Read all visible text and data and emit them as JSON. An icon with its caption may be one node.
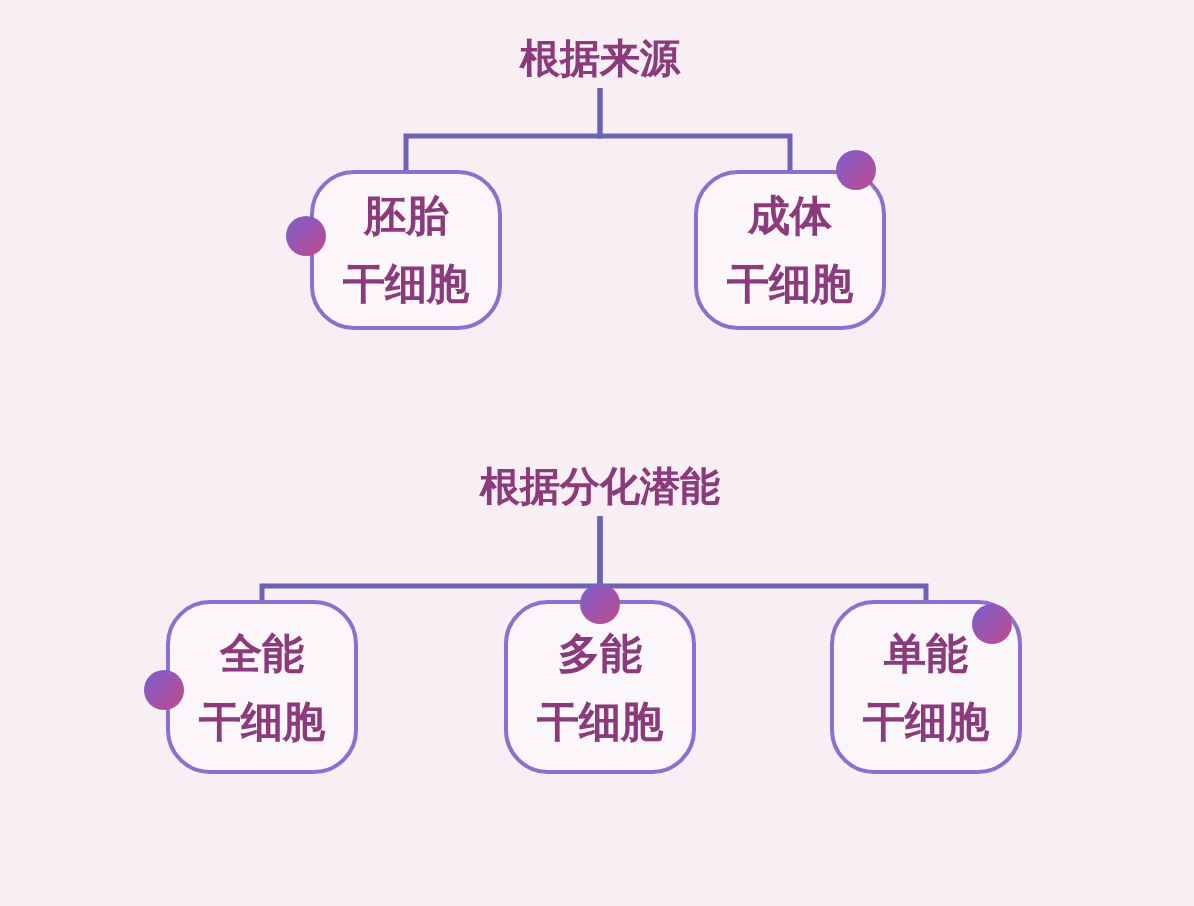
{
  "diagram": {
    "nodes": [
      {
        "text": [
          "根据来源"
        ]
      },
      {
        "text": [
          "胚胎",
          "干细胞"
        ]
      },
      {
        "text": [
          "成体",
          "干细胞"
        ]
      },
      {
        "text": [
          "根据分化潜能"
        ]
      },
      {
        "text": [
          "全能",
          "干细胞"
        ]
      },
      {
        "text": [
          "多能",
          "干细胞"
        ]
      },
      {
        "text": [
          "单能",
          "干细胞"
        ]
      }
    ],
    "edges": [
      {
        "from": 0,
        "to": 1,
        "arrow": "none"
      },
      {
        "from": 0,
        "to": 2,
        "arrow": "none"
      },
      {
        "from": 3,
        "to": 4,
        "arrow": "none"
      },
      {
        "from": 3,
        "to": 5,
        "arrow": "none"
      },
      {
        "from": 3,
        "to": 6,
        "arrow": "none"
      }
    ]
  }
}
